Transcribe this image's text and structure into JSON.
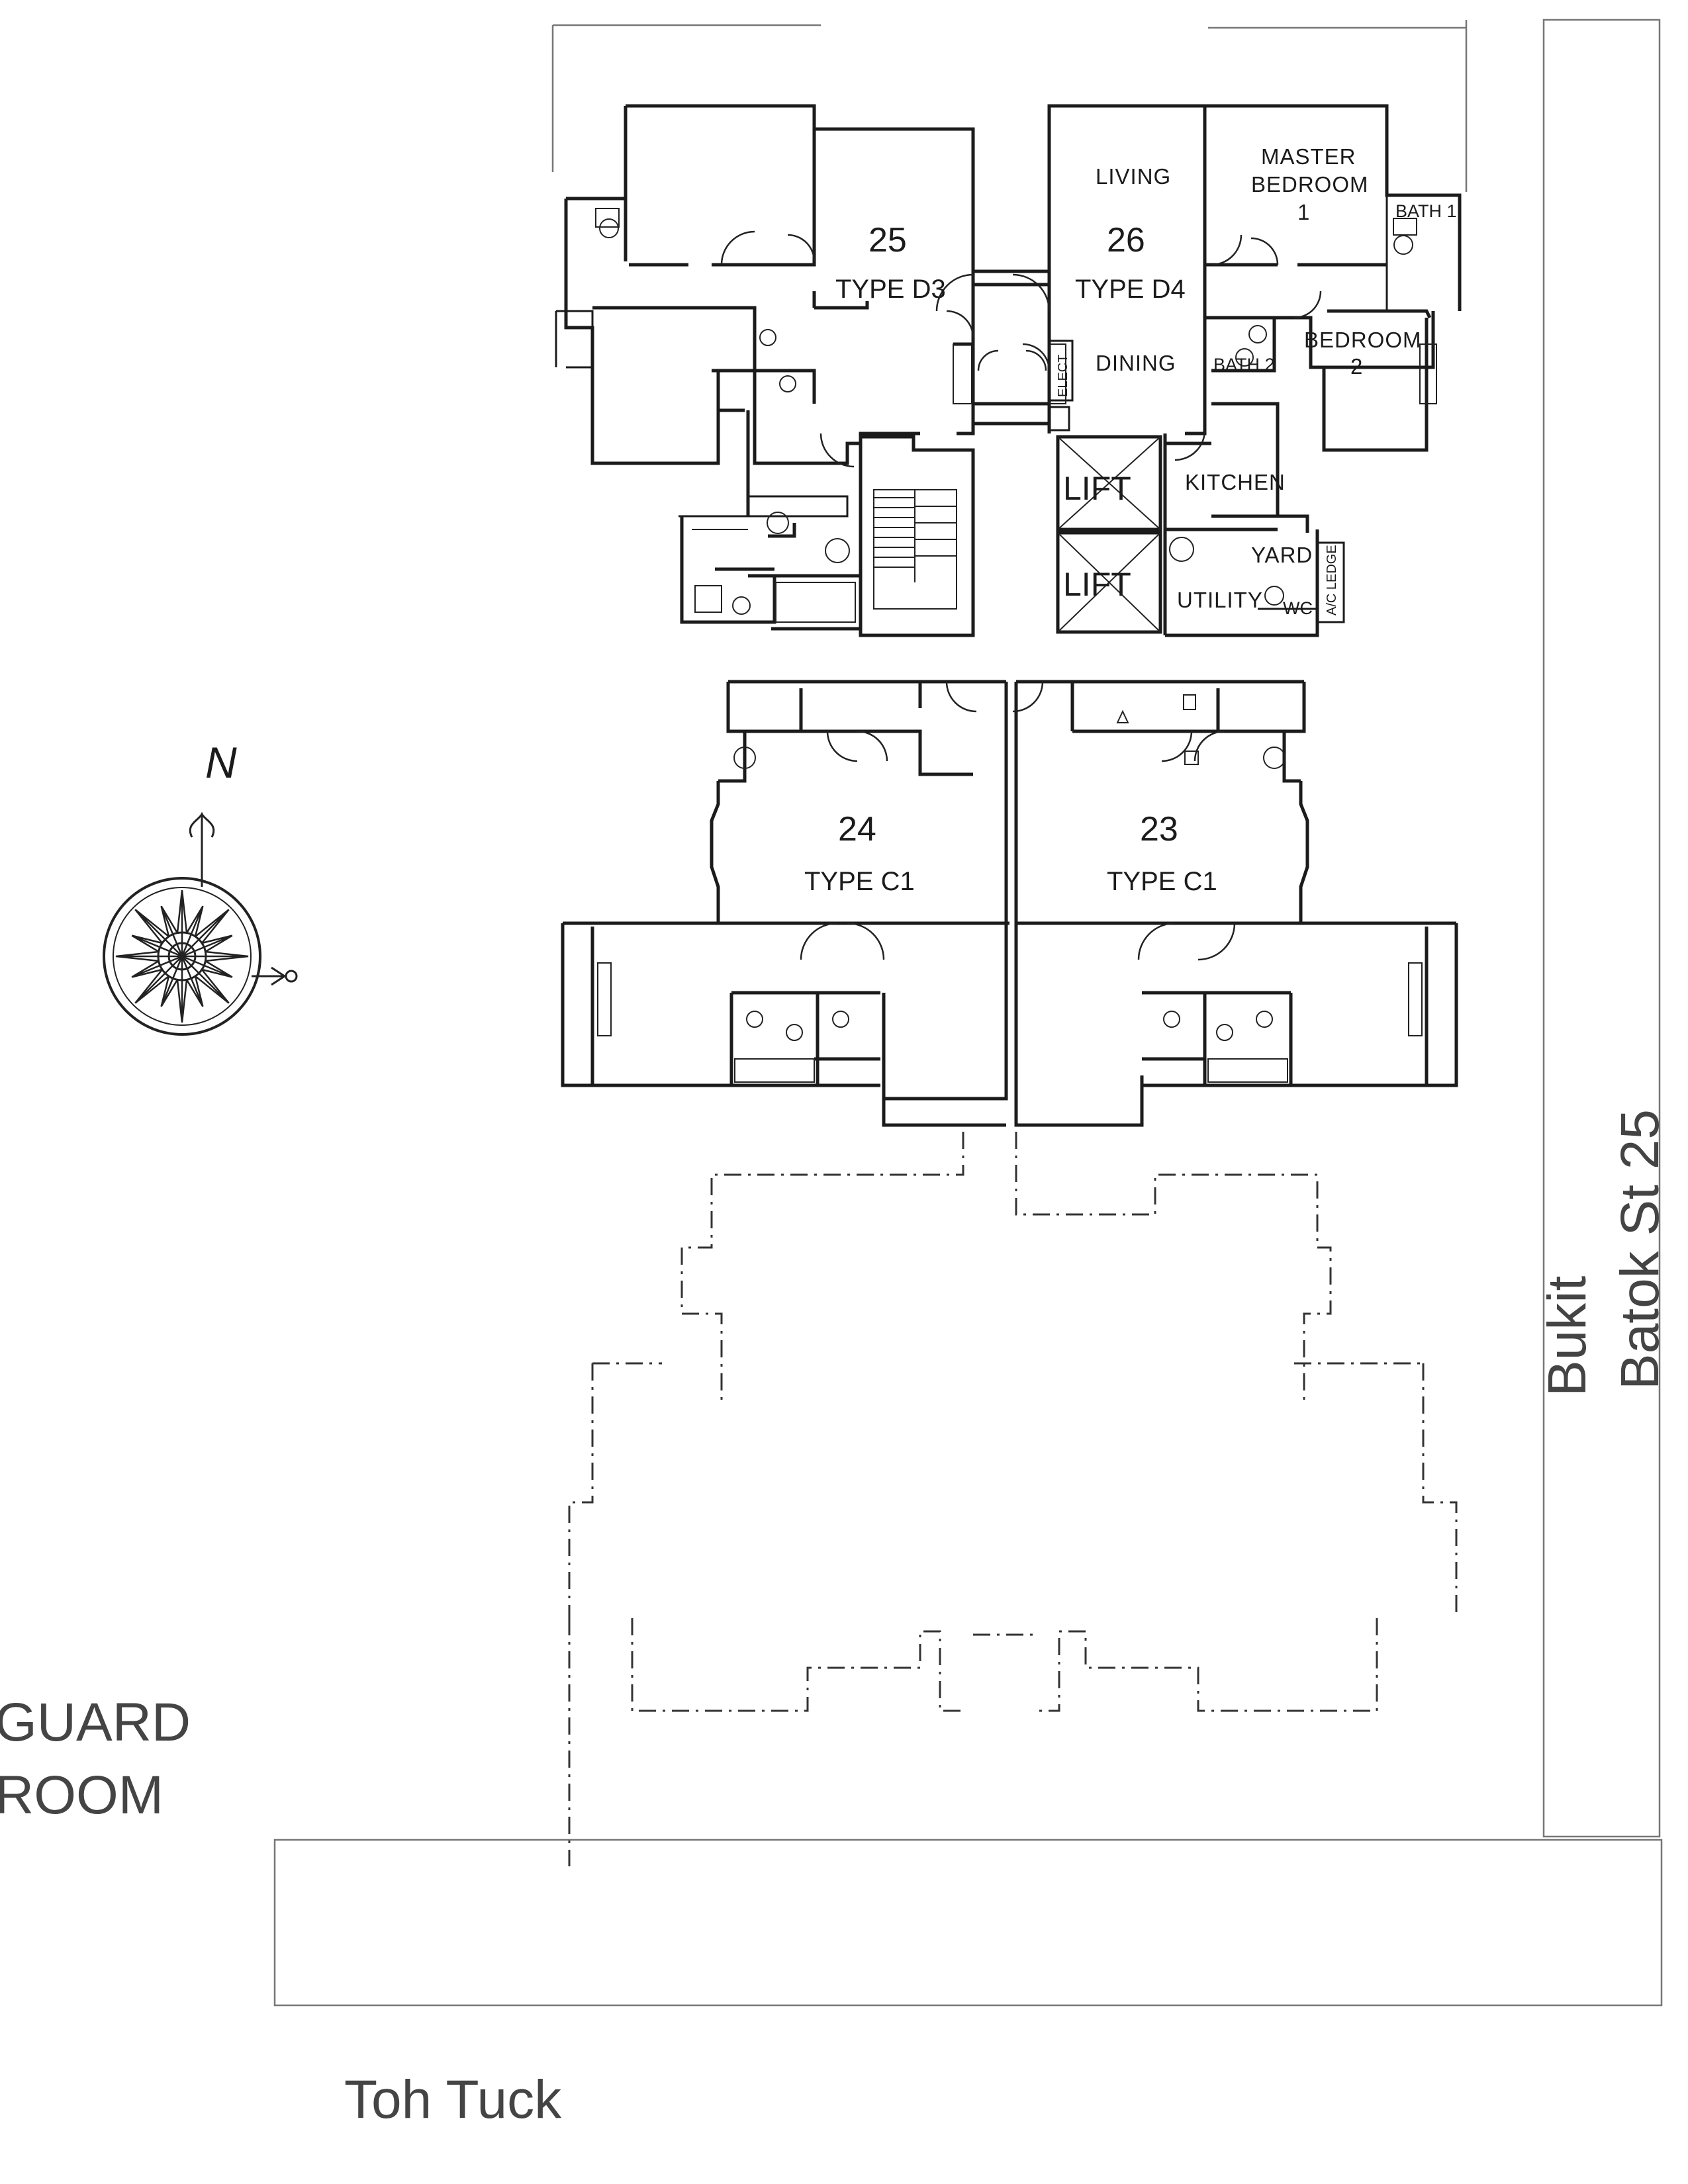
{
  "units": [
    {
      "number": "25",
      "type": "TYPE D3"
    },
    {
      "number": "26",
      "type": "TYPE D4"
    },
    {
      "number": "24",
      "type": "TYPE C1"
    },
    {
      "number": "23",
      "type": "TYPE C1"
    }
  ],
  "rooms": {
    "living": "LIVING",
    "master_bedroom_line1": "MASTER",
    "master_bedroom_line2": "BEDROOM",
    "master_bedroom_line3": "1",
    "bath1": "BATH 1",
    "dining": "DINING",
    "bath2": "BATH 2",
    "bedroom2_line1": "BEDROOM",
    "bedroom2_line2": "2",
    "kitchen": "KITCHEN",
    "yard": "YARD",
    "utility": "UTILITY",
    "wc": "WC",
    "ac_ledge": "A/C LEDGE",
    "elect": "ELECT",
    "lift_upper": "LIFT",
    "lift_lower": "LIFT"
  },
  "site": {
    "guard_room_line1": "GUARD",
    "guard_room_line2": "ROOM",
    "road_south": "Toh Tuck",
    "road_east_line1": "Bukit",
    "road_east_line2": "Batok St 25"
  },
  "compass": {
    "north_label": "N"
  }
}
